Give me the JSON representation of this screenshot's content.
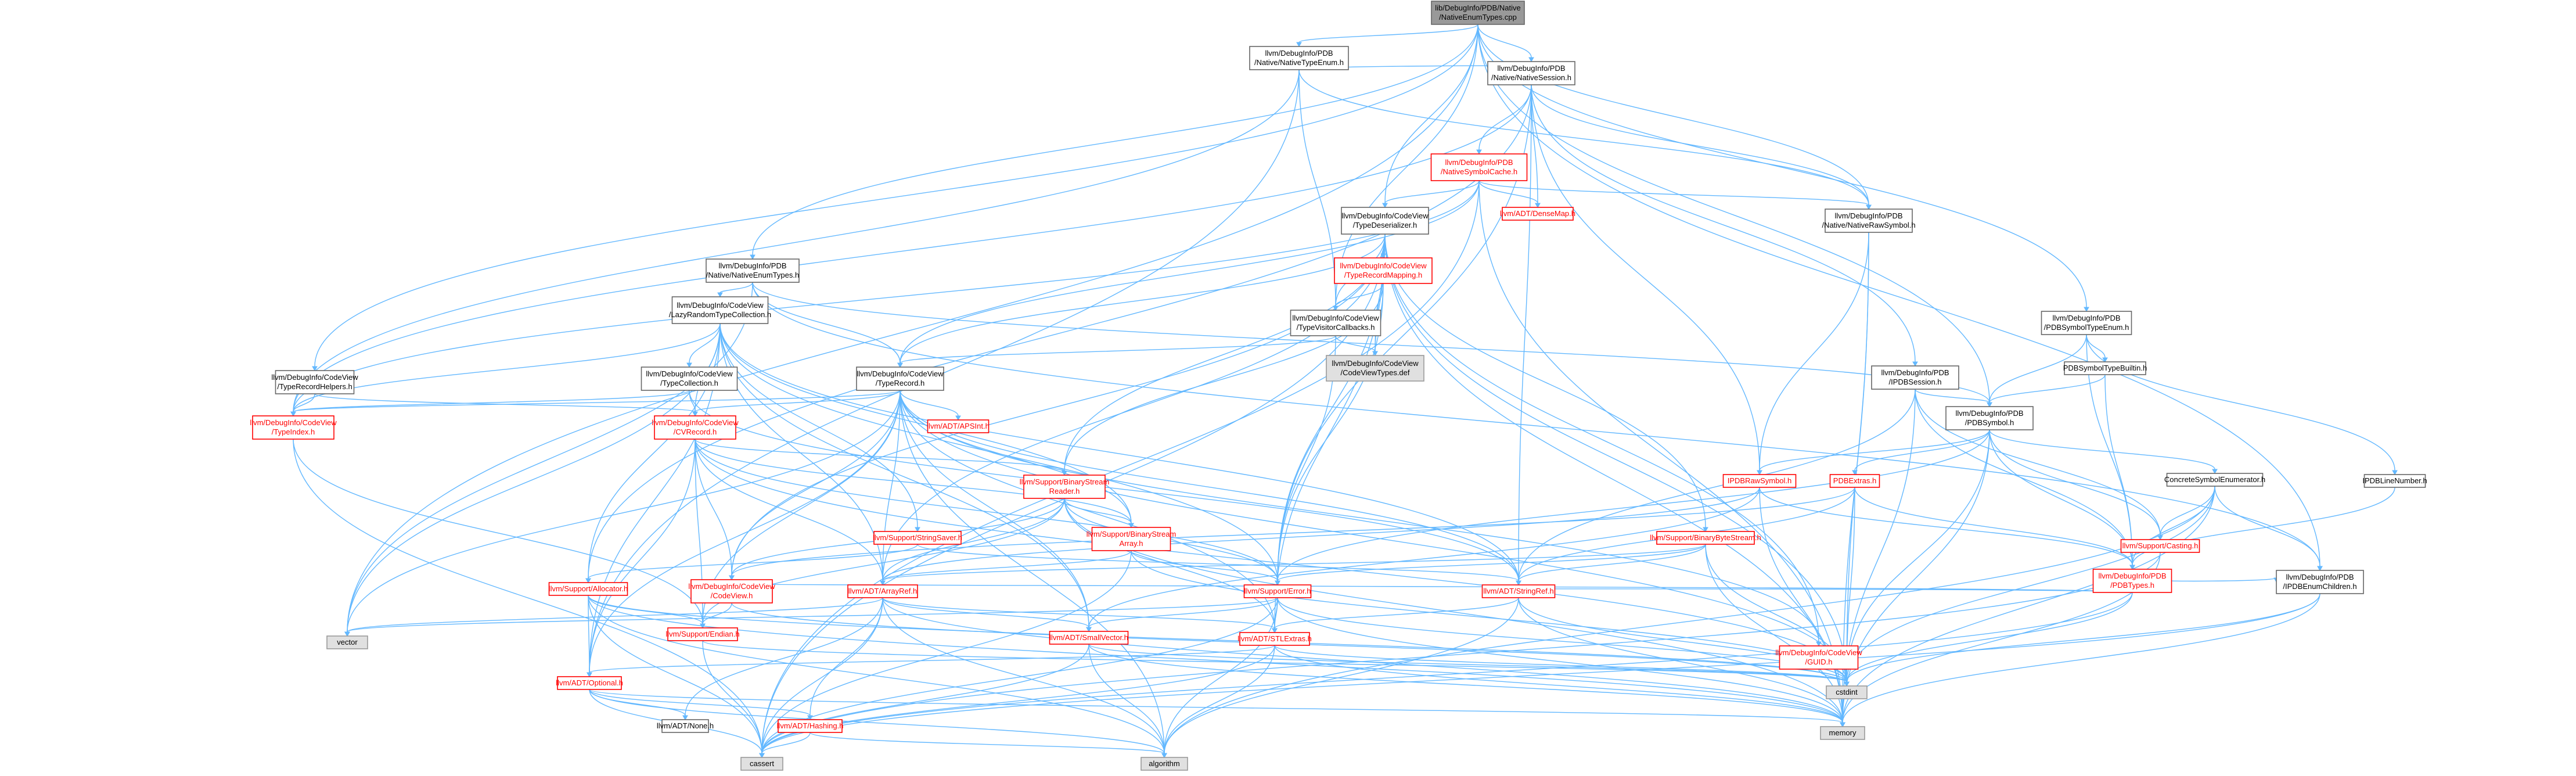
{
  "colors": {
    "edge": "#63b8ff",
    "root_fill": "#999999",
    "root_text": "#000000",
    "normal_border": "#666666",
    "normal_text": "#000000",
    "missing_border": "#ff0000",
    "missing_text": "#ff0000",
    "external_fill": "#e0e0e0",
    "external_border": "#999999",
    "node_fill": "#ffffff"
  },
  "nodes": [
    {
      "id": "root",
      "lines": [
        "lib/DebugInfo/PDB/Native",
        "/NativeEnumTypes.cpp"
      ],
      "kind": "root"
    },
    {
      "id": "nte",
      "lines": [
        "llvm/DebugInfo/PDB",
        "/Native/NativeTypeEnum.h"
      ],
      "kind": "normal"
    },
    {
      "id": "nsess",
      "lines": [
        "llvm/DebugInfo/PDB",
        "/Native/NativeSession.h"
      ],
      "kind": "normal"
    },
    {
      "id": "nsc",
      "lines": [
        "llvm/DebugInfo/PDB",
        "/NativeSymbolCache.h"
      ],
      "kind": "missing"
    },
    {
      "id": "densemap",
      "lines": [
        "llvm/ADT/DenseMap.h"
      ],
      "kind": "missing"
    },
    {
      "id": "tdes",
      "lines": [
        "llvm/DebugInfo/CodeView",
        "/TypeDeserializer.h"
      ],
      "kind": "normal"
    },
    {
      "id": "trm",
      "lines": [
        "llvm/DebugInfo/CodeView",
        "/TypeRecordMapping.h"
      ],
      "kind": "missing"
    },
    {
      "id": "tvc",
      "lines": [
        "llvm/DebugInfo/CodeView",
        "/TypeVisitorCallbacks.h"
      ],
      "kind": "normal"
    },
    {
      "id": "cvtypesdef",
      "lines": [
        "llvm/DebugInfo/CodeView",
        "/CodeViewTypes.def"
      ],
      "kind": "external"
    },
    {
      "id": "nrs",
      "lines": [
        "llvm/DebugInfo/PDB",
        "/Native/NativeRawSymbol.h"
      ],
      "kind": "normal"
    },
    {
      "id": "net",
      "lines": [
        "llvm/DebugInfo/PDB",
        "/Native/NativeEnumTypes.h"
      ],
      "kind": "normal"
    },
    {
      "id": "lrtc",
      "lines": [
        "llvm/DebugInfo/CodeView",
        "/LazyRandomTypeCollection.h"
      ],
      "kind": "normal"
    },
    {
      "id": "tcoll",
      "lines": [
        "llvm/DebugInfo/CodeView",
        "/TypeCollection.h"
      ],
      "kind": "normal"
    },
    {
      "id": "trec",
      "lines": [
        "llvm/DebugInfo/CodeView",
        "/TypeRecord.h"
      ],
      "kind": "normal"
    },
    {
      "id": "trh",
      "lines": [
        "llvm/DebugInfo/CodeView",
        "/TypeRecordHelpers.h"
      ],
      "kind": "normal"
    },
    {
      "id": "tindex",
      "lines": [
        "llvm/DebugInfo/CodeView",
        "/TypeIndex.h"
      ],
      "kind": "missing"
    },
    {
      "id": "cvrecord",
      "lines": [
        "llvm/DebugInfo/CodeView",
        "/CVRecord.h"
      ],
      "kind": "missing"
    },
    {
      "id": "apsint",
      "lines": [
        "llvm/ADT/APSInt.h"
      ],
      "kind": "missing"
    },
    {
      "id": "bsreader",
      "lines": [
        "llvm/Support/BinaryStream",
        "Reader.h"
      ],
      "kind": "missing"
    },
    {
      "id": "bsarray",
      "lines": [
        "llvm/Support/BinaryStream",
        "Array.h"
      ],
      "kind": "missing"
    },
    {
      "id": "strsaver",
      "lines": [
        "llvm/Support/StringSaver.h"
      ],
      "kind": "missing"
    },
    {
      "id": "allocator",
      "lines": [
        "llvm/Support/Allocator.h"
      ],
      "kind": "missing"
    },
    {
      "id": "codeview",
      "lines": [
        "llvm/DebugInfo/CodeView",
        "/CodeView.h"
      ],
      "kind": "missing"
    },
    {
      "id": "arrayref",
      "lines": [
        "llvm/ADT/ArrayRef.h"
      ],
      "kind": "missing"
    },
    {
      "id": "error",
      "lines": [
        "llvm/Support/Error.h"
      ],
      "kind": "missing"
    },
    {
      "id": "endian",
      "lines": [
        "llvm/Support/Endian.h"
      ],
      "kind": "missing"
    },
    {
      "id": "smallvector",
      "lines": [
        "llvm/ADT/SmallVector.h"
      ],
      "kind": "missing"
    },
    {
      "id": "stlextras",
      "lines": [
        "llvm/ADT/STLExtras.h"
      ],
      "kind": "missing"
    },
    {
      "id": "optional",
      "lines": [
        "llvm/ADT/Optional.h"
      ],
      "kind": "missing"
    },
    {
      "id": "none",
      "lines": [
        "llvm/ADT/None.h"
      ],
      "kind": "normal"
    },
    {
      "id": "hashing",
      "lines": [
        "llvm/ADT/Hashing.h"
      ],
      "kind": "missing"
    },
    {
      "id": "vector",
      "lines": [
        "vector"
      ],
      "kind": "external"
    },
    {
      "id": "cassert",
      "lines": [
        "cassert"
      ],
      "kind": "external"
    },
    {
      "id": "algorithm",
      "lines": [
        "algorithm"
      ],
      "kind": "external"
    },
    {
      "id": "memory",
      "lines": [
        "memory"
      ],
      "kind": "external"
    },
    {
      "id": "cstdint",
      "lines": [
        "cstdint"
      ],
      "kind": "external"
    },
    {
      "id": "stringref",
      "lines": [
        "llvm/ADT/StringRef.h"
      ],
      "kind": "missing"
    },
    {
      "id": "bbs",
      "lines": [
        "llvm/Support/BinaryByteStream.h"
      ],
      "kind": "missing"
    },
    {
      "id": "guid",
      "lines": [
        "llvm/DebugInfo/CodeView",
        "/GUID.h"
      ],
      "kind": "missing"
    },
    {
      "id": "pdbsession",
      "lines": [
        "llvm/DebugInfo/PDB",
        "/IPDBSession.h"
      ],
      "kind": "normal"
    },
    {
      "id": "pdbsymbol",
      "lines": [
        "llvm/DebugInfo/PDB",
        "/PDBSymbol.h"
      ],
      "kind": "normal"
    },
    {
      "id": "ipdbraw",
      "lines": [
        "IPDBRawSymbol.h"
      ],
      "kind": "missing"
    },
    {
      "id": "pdbextras",
      "lines": [
        "PDBExtras.h"
      ],
      "kind": "missing"
    },
    {
      "id": "pdbtypes",
      "lines": [
        "llvm/DebugInfo/PDB",
        "/PDBTypes.h"
      ],
      "kind": "missing"
    },
    {
      "id": "casting",
      "lines": [
        "llvm/Support/Casting.h"
      ],
      "kind": "missing"
    },
    {
      "id": "cse",
      "lines": [
        "ConcreteSymbolEnumerator.h"
      ],
      "kind": "normal"
    },
    {
      "id": "ipdbenum",
      "lines": [
        "llvm/DebugInfo/PDB",
        "/IPDBEnumChildren.h"
      ],
      "kind": "normal"
    },
    {
      "id": "pdbstenum",
      "lines": [
        "llvm/DebugInfo/PDB",
        "/PDBSymbolTypeEnum.h"
      ],
      "kind": "normal"
    },
    {
      "id": "pdbstbuiltin",
      "lines": [
        "PDBSymbolTypeBuiltin.h"
      ],
      "kind": "normal"
    },
    {
      "id": "ipdbline",
      "lines": [
        "IPDBLineNumber.h"
      ],
      "kind": "normal"
    }
  ],
  "edges": [
    [
      "root",
      "nte"
    ],
    [
      "root",
      "nsess"
    ],
    [
      "root",
      "tdes"
    ],
    [
      "root",
      "nrs"
    ],
    [
      "root",
      "net"
    ],
    [
      "root",
      "pdbsymbol"
    ],
    [
      "root",
      "pdbstenum"
    ],
    [
      "root",
      "ipdbenum"
    ],
    [
      "root",
      "tvc"
    ],
    [
      "root",
      "trh"
    ],
    [
      "root",
      "vector"
    ],
    [
      "nte",
      "nsess"
    ],
    [
      "nte",
      "nrs"
    ],
    [
      "nte",
      "tvc"
    ],
    [
      "nte",
      "tindex"
    ],
    [
      "nte",
      "optional"
    ],
    [
      "nsess",
      "nsc"
    ],
    [
      "nsess",
      "densemap"
    ],
    [
      "nsess",
      "nrs"
    ],
    [
      "nsess",
      "pdbsession"
    ],
    [
      "nsess",
      "ipdbraw"
    ],
    [
      "nsess",
      "error"
    ],
    [
      "nsess",
      "stringref"
    ],
    [
      "nsess",
      "allocator"
    ],
    [
      "nsess",
      "tindex"
    ],
    [
      "nsc",
      "densemap"
    ],
    [
      "nsc",
      "tdes"
    ],
    [
      "nsc",
      "trec"
    ],
    [
      "nsc",
      "nrs"
    ],
    [
      "nsc",
      "tindex"
    ],
    [
      "nsc",
      "memory"
    ],
    [
      "nsc",
      "cassert"
    ],
    [
      "tdes",
      "trm"
    ],
    [
      "tdes",
      "tvc"
    ],
    [
      "tdes",
      "trec"
    ],
    [
      "tdes",
      "cvtypesdef"
    ],
    [
      "tdes",
      "bbs"
    ],
    [
      "tdes",
      "bsreader"
    ],
    [
      "tdes",
      "arrayref"
    ],
    [
      "tdes",
      "error"
    ],
    [
      "tdes",
      "stlextras"
    ],
    [
      "tdes",
      "cstdint"
    ],
    [
      "tdes",
      "memory"
    ],
    [
      "tdes",
      "cassert"
    ],
    [
      "tdes",
      "codeview"
    ],
    [
      "tdes",
      "guid"
    ],
    [
      "trm",
      "tvc"
    ],
    [
      "trm",
      "cvtypesdef"
    ],
    [
      "trm",
      "error"
    ],
    [
      "trm",
      "bsreader"
    ],
    [
      "tvc",
      "trec"
    ],
    [
      "tvc",
      "error"
    ],
    [
      "tvc",
      "cvtypesdef"
    ],
    [
      "nrs",
      "ipdbraw"
    ],
    [
      "nrs",
      "cstdint"
    ],
    [
      "nrs",
      "memory"
    ],
    [
      "net",
      "lrtc"
    ],
    [
      "net",
      "trec"
    ],
    [
      "net",
      "pdbsymbol"
    ],
    [
      "net",
      "vector"
    ],
    [
      "net",
      "ipdbenum"
    ],
    [
      "lrtc",
      "tcoll"
    ],
    [
      "lrtc",
      "tindex"
    ],
    [
      "lrtc",
      "arrayref"
    ],
    [
      "lrtc",
      "optional"
    ],
    [
      "lrtc",
      "bsarray"
    ],
    [
      "lrtc",
      "error"
    ],
    [
      "lrtc",
      "strsaver"
    ],
    [
      "lrtc",
      "stringref"
    ],
    [
      "lrtc",
      "vector"
    ],
    [
      "lrtc",
      "cvrecord"
    ],
    [
      "lrtc",
      "allocator"
    ],
    [
      "lrtc",
      "smallvector"
    ],
    [
      "tcoll",
      "stringref"
    ],
    [
      "tcoll",
      "tindex"
    ],
    [
      "tcoll",
      "cvrecord"
    ],
    [
      "trec",
      "apsint"
    ],
    [
      "trec",
      "arrayref"
    ],
    [
      "trec",
      "optional"
    ],
    [
      "trec",
      "stringref"
    ],
    [
      "trec",
      "cvrecord"
    ],
    [
      "trec",
      "codeview"
    ],
    [
      "trec",
      "guid"
    ],
    [
      "trec",
      "tindex"
    ],
    [
      "trec",
      "bsarray"
    ],
    [
      "trec",
      "endian"
    ],
    [
      "trec",
      "algorithm"
    ],
    [
      "trec",
      "cstdint"
    ],
    [
      "trec",
      "vector"
    ],
    [
      "trec",
      "smallvector"
    ],
    [
      "trec",
      "stlextras"
    ],
    [
      "trh",
      "tindex"
    ],
    [
      "trh",
      "cvrecord"
    ],
    [
      "tindex",
      "endian"
    ],
    [
      "tindex",
      "cassert"
    ],
    [
      "cvrecord",
      "codeview"
    ],
    [
      "cvrecord",
      "arrayref"
    ],
    [
      "cvrecord",
      "optional"
    ],
    [
      "cvrecord",
      "bsreader"
    ],
    [
      "cvrecord",
      "bsarray"
    ],
    [
      "cvrecord",
      "endian"
    ],
    [
      "cvrecord",
      "error"
    ],
    [
      "cvrecord",
      "cstdint"
    ],
    [
      "bsreader",
      "arrayref"
    ],
    [
      "bsreader",
      "stlextras"
    ],
    [
      "bsreader",
      "error"
    ],
    [
      "bsreader",
      "bsarray"
    ],
    [
      "bsreader",
      "endian"
    ],
    [
      "bsreader",
      "codeview"
    ],
    [
      "bsreader",
      "memory"
    ],
    [
      "bsarray",
      "arrayref"
    ],
    [
      "bsarray",
      "error"
    ],
    [
      "bsarray",
      "cassert"
    ],
    [
      "bsarray",
      "cstdint"
    ],
    [
      "strsaver",
      "allocator"
    ],
    [
      "strsaver",
      "stringref"
    ],
    [
      "allocator",
      "optional"
    ],
    [
      "allocator",
      "cassert"
    ],
    [
      "allocator",
      "cstdint"
    ],
    [
      "allocator",
      "endian"
    ],
    [
      "allocator",
      "algorithm"
    ],
    [
      "allocator",
      "memory"
    ],
    [
      "codeview",
      "endian"
    ],
    [
      "codeview",
      "cstdint"
    ],
    [
      "arrayref",
      "hashing"
    ],
    [
      "arrayref",
      "none"
    ],
    [
      "arrayref",
      "smallvector"
    ],
    [
      "arrayref",
      "stlextras"
    ],
    [
      "arrayref",
      "algorithm"
    ],
    [
      "arrayref",
      "cassert"
    ],
    [
      "arrayref",
      "memory"
    ],
    [
      "arrayref",
      "vector"
    ],
    [
      "error",
      "stlextras"
    ],
    [
      "error",
      "smallvector"
    ],
    [
      "error",
      "algorithm"
    ],
    [
      "error",
      "cassert"
    ],
    [
      "error",
      "cstdint"
    ],
    [
      "error",
      "memory"
    ],
    [
      "error",
      "vector"
    ],
    [
      "endian",
      "cstdint"
    ],
    [
      "endian",
      "cassert"
    ],
    [
      "smallvector",
      "algorithm"
    ],
    [
      "smallvector",
      "cassert"
    ],
    [
      "smallvector",
      "cstdint"
    ],
    [
      "smallvector",
      "memory"
    ],
    [
      "stlextras",
      "optional"
    ],
    [
      "stlextras",
      "algorithm"
    ],
    [
      "stlextras",
      "cassert"
    ],
    [
      "stlextras",
      "cstdint"
    ],
    [
      "stlextras",
      "memory"
    ],
    [
      "optional",
      "none"
    ],
    [
      "optional",
      "hashing"
    ],
    [
      "optional",
      "cassert"
    ],
    [
      "optional",
      "memory"
    ],
    [
      "optional",
      "algorithm"
    ],
    [
      "hashing",
      "algorithm"
    ],
    [
      "hashing",
      "cassert"
    ],
    [
      "stringref",
      "stlextras"
    ],
    [
      "stringref",
      "algorithm"
    ],
    [
      "stringref",
      "cstdint"
    ],
    [
      "stringref",
      "memory"
    ],
    [
      "bbs",
      "arrayref"
    ],
    [
      "bbs",
      "stringref"
    ],
    [
      "bbs",
      "error"
    ],
    [
      "bbs",
      "memory"
    ],
    [
      "bbs",
      "cstdint"
    ],
    [
      "guid",
      "cstdint"
    ],
    [
      "pdbsession",
      "pdbsymbol"
    ],
    [
      "pdbsession",
      "pdbtypes"
    ],
    [
      "pdbsession",
      "casting"
    ],
    [
      "pdbsession",
      "memory"
    ],
    [
      "pdbsession",
      "stringref"
    ],
    [
      "pdbsymbol",
      "ipdbraw"
    ],
    [
      "pdbsymbol",
      "pdbextras"
    ],
    [
      "pdbsymbol",
      "pdbtypes"
    ],
    [
      "pdbsymbol",
      "casting"
    ],
    [
      "pdbsymbol",
      "cse"
    ],
    [
      "pdbsymbol",
      "memory"
    ],
    [
      "pdbsymbol",
      "cstdint"
    ],
    [
      "pdbsymbol",
      "error"
    ],
    [
      "ipdbraw",
      "pdbtypes"
    ],
    [
      "ipdbraw",
      "arrayref"
    ],
    [
      "ipdbraw",
      "smallvector"
    ],
    [
      "ipdbraw",
      "memory"
    ],
    [
      "pdbextras",
      "pdbtypes"
    ],
    [
      "pdbextras",
      "codeview"
    ],
    [
      "pdbextras",
      "stringref"
    ],
    [
      "pdbextras",
      "cstdint"
    ],
    [
      "pdbtypes",
      "codeview"
    ],
    [
      "pdbtypes",
      "cstdint"
    ],
    [
      "pdbtypes",
      "ipdbenum"
    ],
    [
      "pdbtypes",
      "stringref"
    ],
    [
      "pdbtypes",
      "cassert"
    ],
    [
      "casting",
      "memory"
    ],
    [
      "casting",
      "cassert"
    ],
    [
      "cse",
      "pdbtypes"
    ],
    [
      "cse",
      "ipdbenum"
    ],
    [
      "cse",
      "casting"
    ],
    [
      "cse",
      "memory"
    ],
    [
      "cse",
      "cstdint"
    ],
    [
      "cse",
      "algorithm"
    ],
    [
      "ipdbenum",
      "cassert"
    ],
    [
      "ipdbenum",
      "cstdint"
    ],
    [
      "ipdbenum",
      "memory"
    ],
    [
      "pdbstenum",
      "pdbsymbol"
    ],
    [
      "pdbstenum",
      "pdbstbuiltin"
    ],
    [
      "pdbstenum",
      "ipdbline"
    ],
    [
      "pdbstenum",
      "pdbtypes"
    ],
    [
      "pdbstbuiltin",
      "pdbsymbol"
    ],
    [
      "pdbstbuiltin",
      "pdbtypes"
    ],
    [
      "ipdbline",
      "pdbtypes"
    ]
  ]
}
